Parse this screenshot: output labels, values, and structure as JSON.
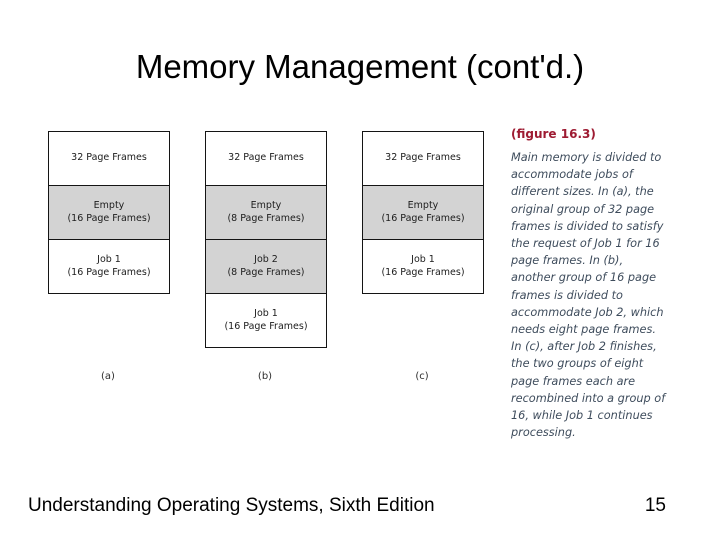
{
  "slide": {
    "title": "Memory Management (cont'd.)",
    "footer": {
      "book": "Understanding Operating Systems, Sixth Edition",
      "page": "15"
    }
  },
  "figure": {
    "heading": "(figure 16.3)",
    "caption": "Main memory is divided to accommodate jobs of different sizes. In (a), the original group of 32 page frames is divided to satisfy the request of Job 1 for 16 page frames. In (b), another group of 16 page frames is divided to accommodate Job 2, which needs eight page frames. In (c), after Job 2 finishes, the two groups of eight page frames each are recombined into a group of 16, while Job 1 continues processing.",
    "colors": {
      "heading_text": "#9e1b32",
      "caption_text": "#3e4c5c",
      "empty_fill": "#d3d3d3",
      "box_border": "#141414"
    },
    "diagrams": [
      {
        "label": "(a)",
        "sections": [
          {
            "lines": [
              "32 Page Frames",
              ""
            ]
          },
          {
            "lines": [
              "Empty",
              "(16 Page Frames)"
            ]
          },
          {
            "lines": [
              "Job 1",
              "(16 Page Frames)"
            ]
          }
        ]
      },
      {
        "label": "(b)",
        "sections": [
          {
            "lines": [
              "32 Page Frames",
              ""
            ]
          },
          {
            "lines": [
              "Empty",
              "(8 Page Frames)"
            ]
          },
          {
            "lines": [
              "Job 2",
              "(8 Page Frames)"
            ]
          },
          {
            "lines": [
              "Job 1",
              "(16 Page Frames)"
            ]
          }
        ]
      },
      {
        "label": "(c)",
        "sections": [
          {
            "lines": [
              "32 Page Frames",
              ""
            ]
          },
          {
            "lines": [
              "Empty",
              "(16 Page Frames)"
            ]
          },
          {
            "lines": [
              "Job 1",
              "(16 Page Frames)"
            ]
          }
        ]
      }
    ]
  }
}
